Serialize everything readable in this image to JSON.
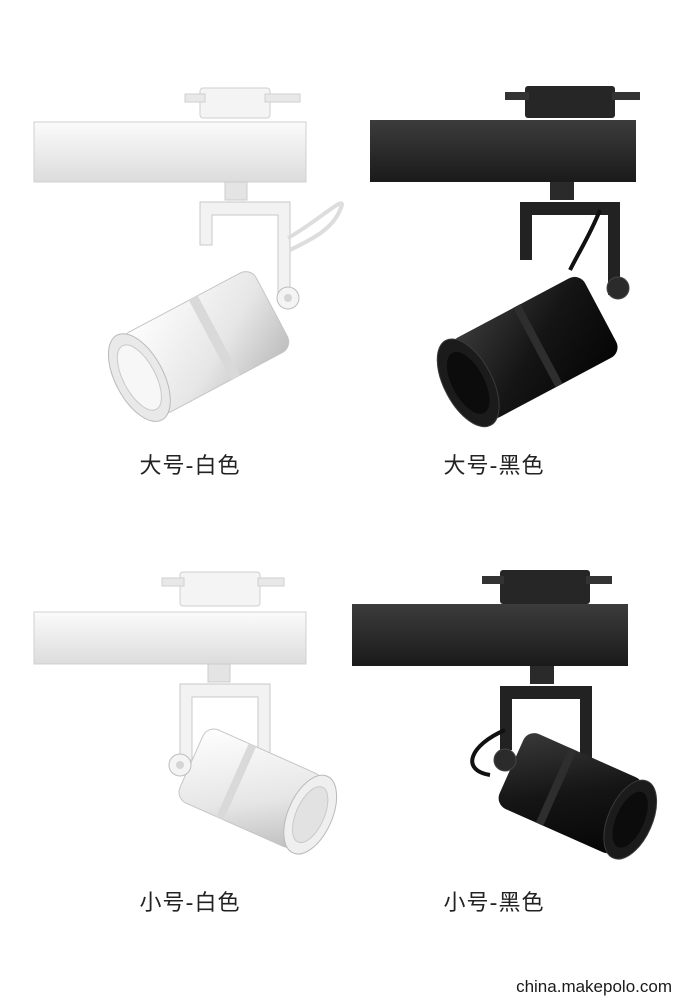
{
  "products": [
    {
      "label": "大号-白色",
      "finish": "white",
      "size": "large"
    },
    {
      "label": "大号-黑色",
      "finish": "black",
      "size": "large"
    },
    {
      "label": "小号-白色",
      "finish": "white",
      "size": "small"
    },
    {
      "label": "小号-黑色",
      "finish": "black",
      "size": "small"
    }
  ],
  "watermark": "china.makepolo.com",
  "colors": {
    "white_body": "#f1f1f1",
    "black_body": "#1c1c1c",
    "background": "#ffffff"
  }
}
